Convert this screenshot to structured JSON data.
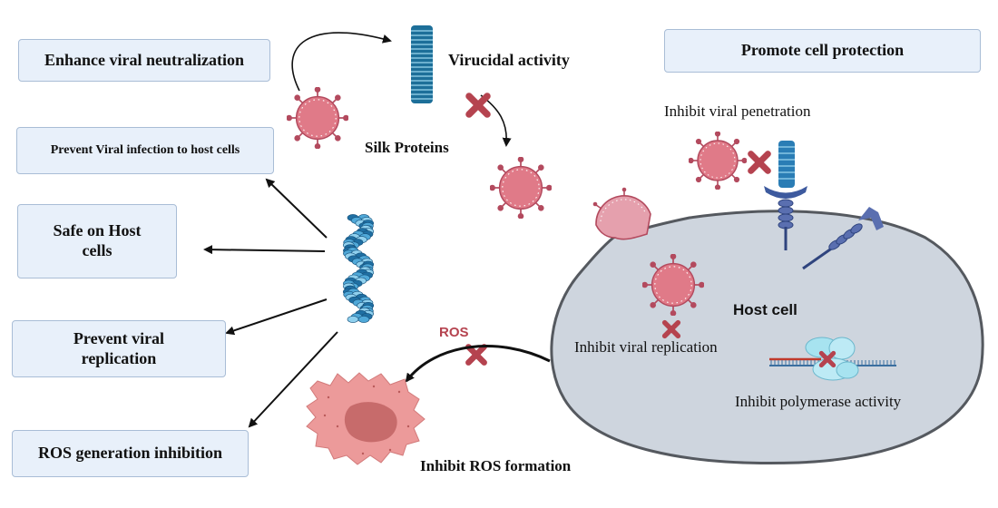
{
  "boxes": {
    "enhance": "Enhance viral neutralization",
    "prevent_infection": "Prevent Viral infection to host cells",
    "safe": "Safe on Host cells",
    "prevent_replication": "Prevent viral replication",
    "ros_generation": "ROS generation inhibition",
    "promote": "Promote cell protection"
  },
  "labels": {
    "virucidal": "Virucidal activity",
    "silk": "Silk Proteins",
    "penetration": "Inhibit viral penetration",
    "host_cell": "Host cell",
    "replication": "Inhibit viral replication",
    "polymerase": "Inhibit polymerase activity",
    "ros": "ROS",
    "ros_formation": "Inhibit ROS formation"
  },
  "colors": {
    "box_fill": "#e8f0fa",
    "box_border": "#a9bdd6",
    "virus": "#e07a88",
    "virus_spike": "#b34a5e",
    "cross": "#b5434f",
    "cell_fill": "#ced5de",
    "cell_border": "#55595f",
    "protein": "#2a7db5",
    "receptor": "#3d5a9e",
    "ros_cell": "#ec9a9a",
    "ros_text": "#b5434f"
  },
  "icons": [
    "virus-icon",
    "silk-fiber-icon",
    "receptor-icon",
    "x-mark-icon",
    "ribosome-icon",
    "damaged-cell-icon"
  ]
}
